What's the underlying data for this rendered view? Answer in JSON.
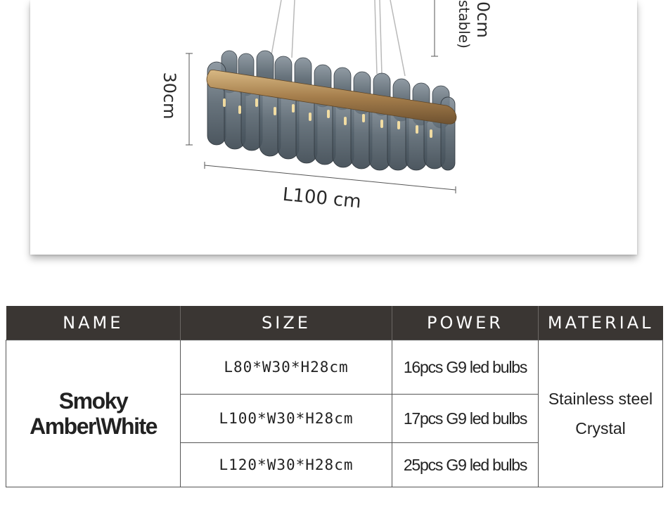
{
  "figure": {
    "height_label": "30cm",
    "length_label": "L100 cm",
    "cable_label_line1": "0cm",
    "cable_label_line2": "stable)"
  },
  "table": {
    "headers": [
      "NAME",
      "SIZE",
      "POWER",
      "MATERIAL"
    ],
    "name_line1": "Smoky",
    "name_line2": "Amber\\White",
    "rows": [
      {
        "size": "L80*W30*H28cm",
        "power": "16pcs G9 led bulbs"
      },
      {
        "size": "L100*W30*H28cm",
        "power": "17pcs G9 led bulbs"
      },
      {
        "size": "L120*W30*H28cm",
        "power": "25pcs G9 led bulbs"
      }
    ],
    "material_line1": "Stainless steel",
    "material_line2": "Crystal"
  },
  "colors": {
    "header_bg": "#3a3633",
    "brass": "#b08a58",
    "smoky_glass": "#5c6a74"
  }
}
